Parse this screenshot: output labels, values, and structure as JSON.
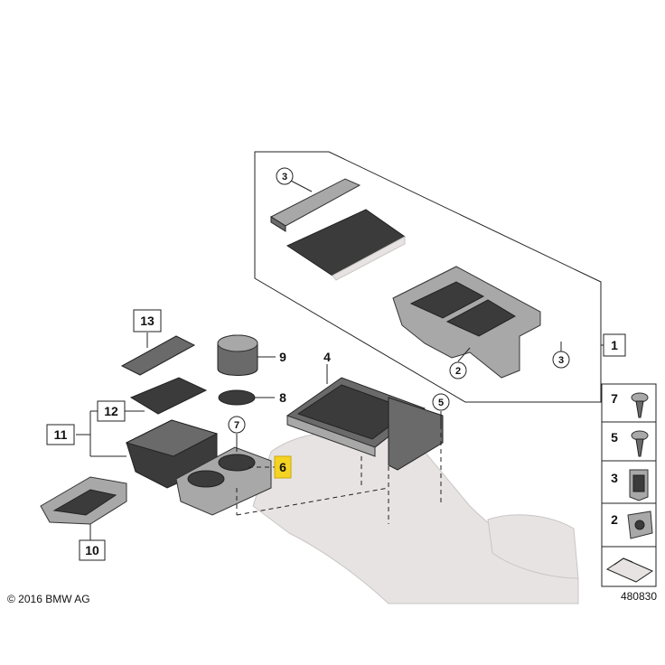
{
  "copyright": "© 2016 BMW AG",
  "diagram_number": "480830",
  "highlight_color": "#f5d322",
  "labels": {
    "l1": "1",
    "l2": "2",
    "l3a": "3",
    "l3b": "3",
    "l4": "4",
    "l5": "5",
    "l6": "6",
    "l7": "7",
    "l8": "8",
    "l9": "9",
    "l10": "10",
    "l11": "11",
    "l12": "12",
    "l13": "13"
  },
  "legend": {
    "k7": "7",
    "k5": "5",
    "k3": "3",
    "k2": "2"
  }
}
